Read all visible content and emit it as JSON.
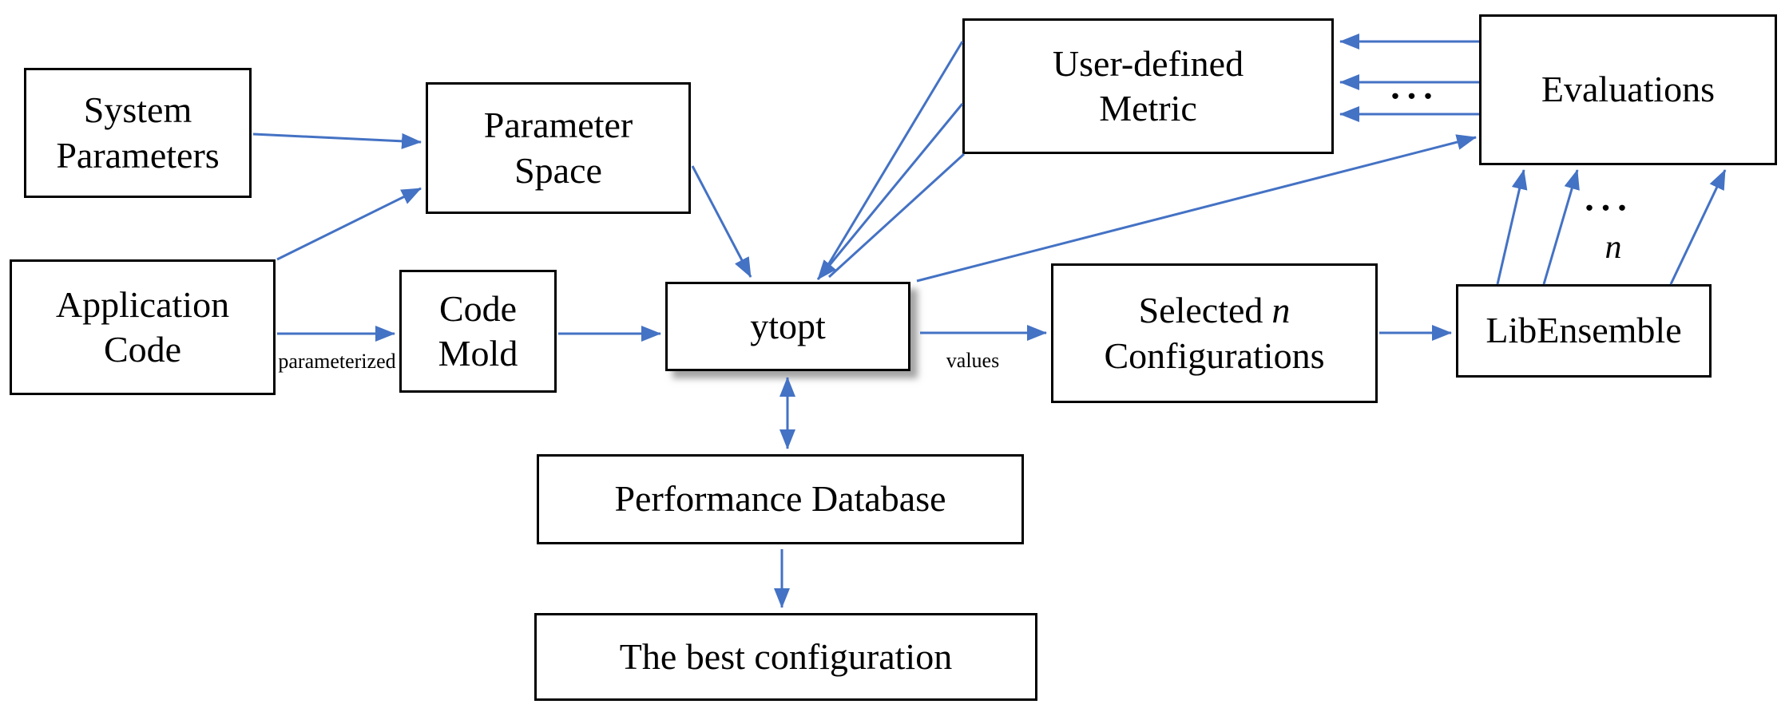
{
  "nodes": {
    "system_parameters": {
      "line1": "System",
      "line2": "Parameters"
    },
    "application_code": {
      "line1": "Application",
      "line2": "Code"
    },
    "parameter_space": {
      "line1": "Parameter",
      "line2": "Space"
    },
    "code_mold": {
      "line1": "Code",
      "line2": "Mold"
    },
    "ytopt": {
      "label": "ytopt"
    },
    "user_defined_metric": {
      "line1": "User-defined",
      "line2": "Metric"
    },
    "evaluations": {
      "label": "Evaluations"
    },
    "selected_configurations": {
      "prefix": "Selected",
      "variable": "n",
      "line2": "Configurations"
    },
    "libensemble": {
      "label": "LibEnsemble"
    },
    "performance_database": {
      "label": "Performance Database"
    },
    "best_configuration": {
      "label": "The best configuration"
    }
  },
  "edge_labels": {
    "parameterized": "parameterized",
    "values": "values",
    "metric_ellipsis": "...",
    "ensemble_ellipsis": "...",
    "ensemble_count": "n"
  },
  "colors": {
    "arrow": "#4472c4",
    "node_border": "#000000",
    "node_fill": "#ffffff",
    "background": "#ffffff",
    "text": "#000000"
  }
}
